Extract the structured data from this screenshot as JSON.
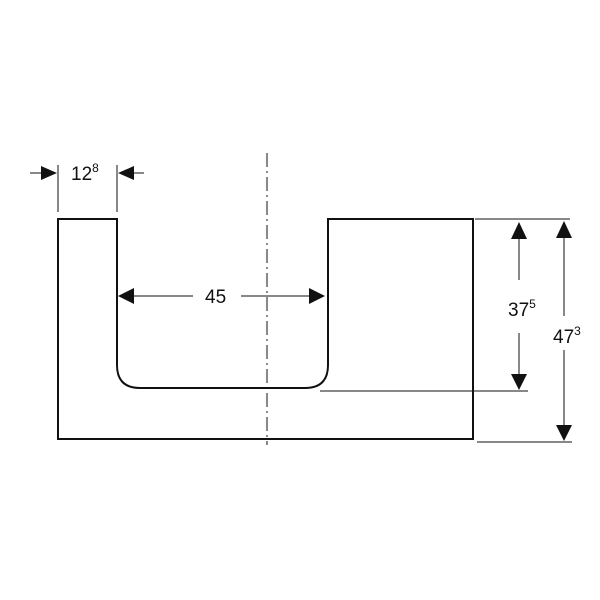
{
  "dimensions": {
    "left_wall": {
      "value": "12",
      "superscript": "8"
    },
    "inner_width": {
      "value": "45"
    },
    "inner_depth": {
      "value": "37",
      "superscript": "5"
    },
    "overall_height": {
      "value": "47",
      "superscript": "3"
    }
  },
  "colors": {
    "line": "#111111",
    "background": "#ffffff"
  }
}
